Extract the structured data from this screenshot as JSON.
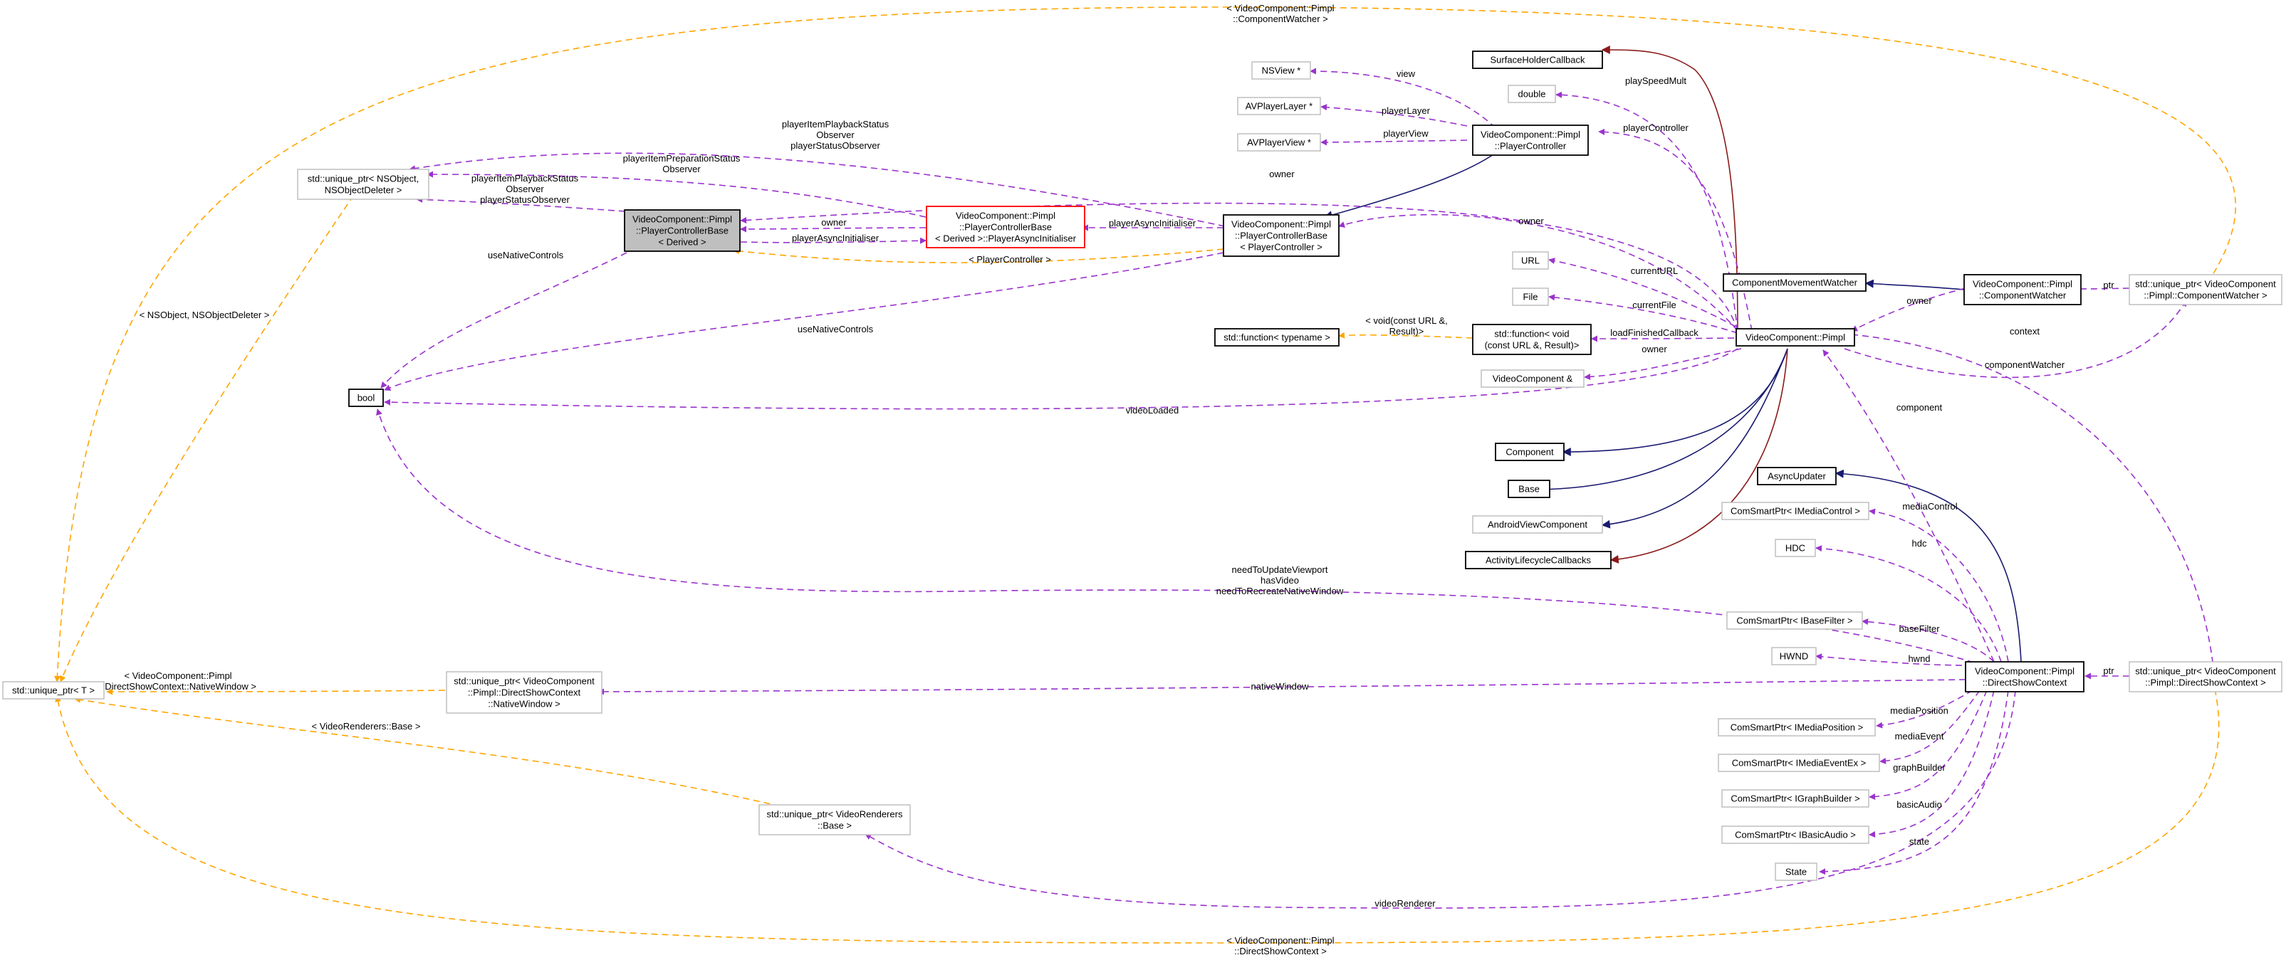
{
  "colors": {
    "member_edge": "#9a32cd",
    "template_edge": "#ffa500",
    "public_inheritance_edge": "#191970",
    "protected_inheritance_edge": "#8b1a1a",
    "focus_node_fill": "#bfbfbf",
    "undocumented_border": "#bfbfbf",
    "highlight_border": "#ff0000"
  },
  "nodes": {
    "unique_ptr_t": {
      "lines": [
        "std::unique_ptr< T >"
      ]
    },
    "unique_ptr_nsobject": {
      "lines": [
        "std::unique_ptr< NSObject,",
        "NSObjectDeleter >"
      ]
    },
    "player_controller_base_derived": {
      "lines": [
        "VideoComponent::Pimpl",
        "::PlayerControllerBase",
        "< Derived >"
      ]
    },
    "player_async_initialiser": {
      "lines": [
        "VideoComponent::Pimpl",
        "::PlayerControllerBase",
        "< Derived >::PlayerAsyncInitialiser"
      ]
    },
    "player_controller_base_pc": {
      "lines": [
        "VideoComponent::Pimpl",
        "::PlayerControllerBase",
        "< PlayerController >"
      ]
    },
    "bool": {
      "lines": [
        "bool"
      ]
    },
    "nsview": {
      "lines": [
        "NSView *"
      ]
    },
    "avplayerlayer": {
      "lines": [
        "AVPlayerLayer *"
      ]
    },
    "avplayerview": {
      "lines": [
        "AVPlayerView *"
      ]
    },
    "surface_holder_callback": {
      "lines": [
        "SurfaceHolderCallback"
      ]
    },
    "double": {
      "lines": [
        "double"
      ]
    },
    "player_controller": {
      "lines": [
        "VideoComponent::Pimpl",
        "::PlayerController"
      ]
    },
    "url": {
      "lines": [
        "URL"
      ]
    },
    "file": {
      "lines": [
        "File"
      ]
    },
    "std_function_typename": {
      "lines": [
        "std::function< typename >"
      ]
    },
    "std_function_void": {
      "lines": [
        "std::function< void",
        "(const URL &, Result)>"
      ]
    },
    "video_component_ref": {
      "lines": [
        "VideoComponent &"
      ]
    },
    "pimpl": {
      "lines": [
        "VideoComponent::Pimpl"
      ]
    },
    "component_movement_watcher": {
      "lines": [
        "ComponentMovementWatcher"
      ]
    },
    "component_watcher": {
      "lines": [
        "VideoComponent::Pimpl",
        "::ComponentWatcher"
      ]
    },
    "unique_ptr_component_watcher": {
      "lines": [
        "std::unique_ptr< VideoComponent",
        "::Pimpl::ComponentWatcher >"
      ]
    },
    "component": {
      "lines": [
        "Component"
      ]
    },
    "base": {
      "lines": [
        "Base"
      ]
    },
    "android_view_component": {
      "lines": [
        "AndroidViewComponent"
      ]
    },
    "activity_lifecycle_callbacks": {
      "lines": [
        "ActivityLifecycleCallbacks"
      ]
    },
    "async_updater": {
      "lines": [
        "AsyncUpdater"
      ]
    },
    "imediacontrol": {
      "lines": [
        "ComSmartPtr< IMediaControl >"
      ]
    },
    "hdc": {
      "lines": [
        "HDC"
      ]
    },
    "ibasefilter": {
      "lines": [
        "ComSmartPtr< IBaseFilter >"
      ]
    },
    "hwnd": {
      "lines": [
        "HWND"
      ]
    },
    "imediaposition": {
      "lines": [
        "ComSmartPtr< IMediaPosition >"
      ]
    },
    "imediaeventex": {
      "lines": [
        "ComSmartPtr< IMediaEventEx >"
      ]
    },
    "igraphbuilder": {
      "lines": [
        "ComSmartPtr< IGraphBuilder >"
      ]
    },
    "ibasicaudio": {
      "lines": [
        "ComSmartPtr< IBasicAudio >"
      ]
    },
    "state": {
      "lines": [
        "State"
      ]
    },
    "direct_show_context": {
      "lines": [
        "VideoComponent::Pimpl",
        "::DirectShowContext"
      ]
    },
    "unique_ptr_direct_show_context": {
      "lines": [
        "std::unique_ptr< VideoComponent",
        "::Pimpl::DirectShowContext >"
      ]
    },
    "unique_ptr_native_window": {
      "lines": [
        "std::unique_ptr< VideoComponent",
        "::Pimpl::DirectShowContext",
        "::NativeWindow >"
      ]
    },
    "unique_ptr_video_renderers": {
      "lines": [
        "std::unique_ptr< VideoRenderers",
        "::Base >"
      ]
    }
  },
  "edge_labels": {
    "component_watcher_tmpl": [
      "< VideoComponent::Pimpl",
      "::ComponentWatcher >"
    ],
    "direct_show_context_tmpl": [
      "< VideoComponent::Pimpl",
      "::DirectShowContext >"
    ],
    "nsobject_tmpl": [
      "< NSObject, NSObjectDeleter >"
    ],
    "native_window_tmpl": [
      "< VideoComponent::Pimpl",
      "::DirectShowContext::NativeWindow >"
    ],
    "video_renderers_tmpl": [
      "< VideoRenderers::Base >"
    ],
    "player_controller_tmpl": [
      "< PlayerController >"
    ],
    "std_function_tmpl": [
      "< void(const URL &,",
      "Result)>"
    ],
    "status_observers_top": [
      "playerItemPlaybackStatus",
      "Observer",
      "playerStatusObserver"
    ],
    "preparation_observer": [
      "playerItemPreparationStatus",
      "Observer"
    ],
    "status_observers_left": [
      "playerItemPlaybackStatus",
      "Observer",
      "playerStatusObserver"
    ],
    "owner_a": [
      "owner"
    ],
    "owner_b": [
      "owner"
    ],
    "owner_c": [
      "owner"
    ],
    "owner_d": [
      "owner"
    ],
    "owner_e": [
      "owner"
    ],
    "player_async_initialiser_a": [
      "playerAsyncInitialiser"
    ],
    "player_async_initialiser_b": [
      "playerAsyncInitialiser"
    ],
    "use_native_controls_a": [
      "useNativeControls"
    ],
    "use_native_controls_b": [
      "useNativeControls"
    ],
    "video_loaded": [
      "videoLoaded"
    ],
    "viewport_flags": [
      "needToUpdateViewport",
      "hasVideo",
      "needToRecreateNativeWindow"
    ],
    "view": [
      "view"
    ],
    "player_layer": [
      "playerLayer"
    ],
    "player_view": [
      "playerView"
    ],
    "play_speed_mult": [
      "playSpeedMult"
    ],
    "player_controller": [
      "playerController"
    ],
    "current_url": [
      "currentURL"
    ],
    "current_file": [
      "currentFile"
    ],
    "load_finished_callback": [
      "loadFinishedCallback"
    ],
    "ptr_a": [
      "ptr"
    ],
    "ptr_b": [
      "ptr"
    ],
    "component_watcher": [
      "componentWatcher"
    ],
    "context": [
      "context"
    ],
    "component": [
      "component"
    ],
    "media_control": [
      "mediaControl"
    ],
    "hdc": [
      "hdc"
    ],
    "base_filter": [
      "baseFilter"
    ],
    "hwnd": [
      "hwnd"
    ],
    "native_window": [
      "nativeWindow"
    ],
    "media_position": [
      "mediaPosition"
    ],
    "media_event": [
      "mediaEvent"
    ],
    "graph_builder": [
      "graphBuilder"
    ],
    "basic_audio": [
      "basicAudio"
    ],
    "state": [
      "state"
    ],
    "video_renderer": [
      "videoRenderer"
    ]
  }
}
